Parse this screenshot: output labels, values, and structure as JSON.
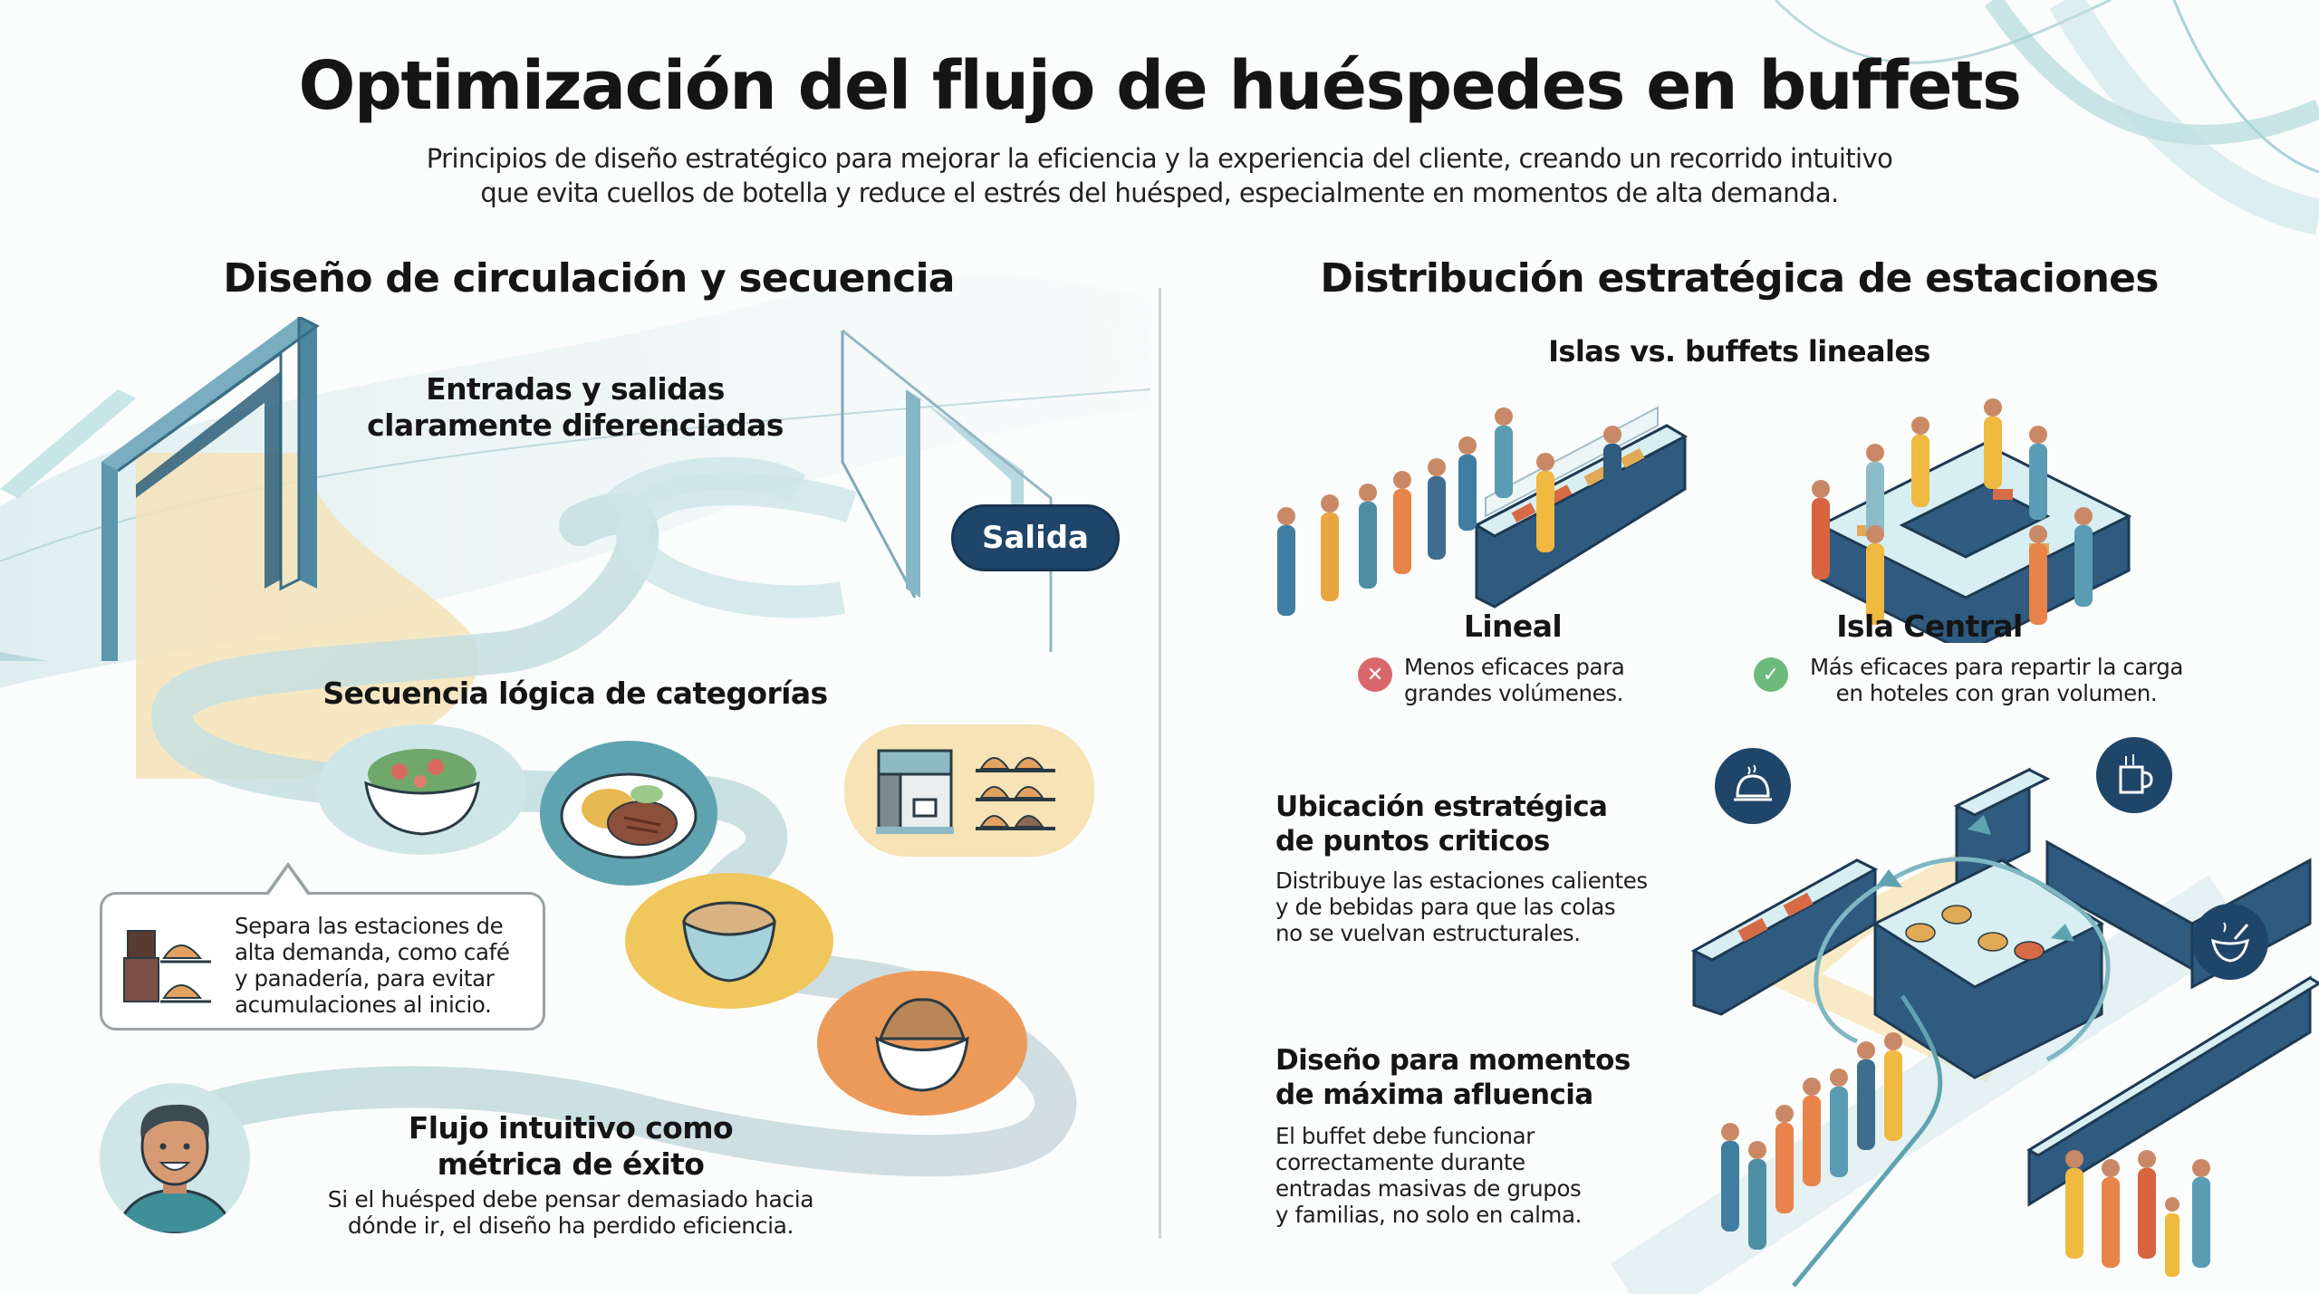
{
  "header": {
    "title": "Optimización del flujo de huéspedes en buffets",
    "subtitle_line1": "Principios de diseño estratégico para mejorar la eficiencia y la experiencia del cliente, creando un recorrido intuitivo",
    "subtitle_line2": "que evita cuellos de botella y reduce el estrés del huésped, especialmente en momentos de alta demanda."
  },
  "left_section": {
    "title": "Diseño de circulación y secuencia",
    "entrances": {
      "heading_line1": "Entradas y salidas",
      "heading_line2": "claramente diferenciadas",
      "exit_label": "Salida"
    },
    "sequence": {
      "heading": "Secuencia lógica de categorías",
      "stations": [
        {
          "icon": "salad-bowl-icon",
          "color": "#cfe6e8"
        },
        {
          "icon": "steak-plate-icon",
          "color": "#5fa3b0"
        },
        {
          "icon": "soup-bowl-icon",
          "color": "#f0c75c"
        },
        {
          "icon": "dessert-bowl-icon",
          "color": "#ec9a5a"
        }
      ],
      "separate_station": {
        "icons": [
          "coffee-machine-icon",
          "bread-shelf-icon"
        ],
        "color": "#f7e3b5"
      },
      "callout_line1": "Separa las estaciones de",
      "callout_line2": "alta demanda, como café",
      "callout_line3": "y panadería, para evitar",
      "callout_line4": "acumulaciones al inicio."
    },
    "intuitive_flow": {
      "heading_line1": "Flujo intuitivo como",
      "heading_line2": "métrica de éxito",
      "text_line1": "Si el huésped debe pensar demasiado hacia",
      "text_line2": "dónde ir, el diseño ha perdido eficiencia."
    }
  },
  "right_section": {
    "title": "Distribución estratégica de estaciones",
    "comparison": {
      "heading": "Islas vs. buffets lineales",
      "linear": {
        "label": "Lineal",
        "status": "negative",
        "status_icon": "x-icon",
        "status_color": "#d9686a",
        "text_line1": "Menos eficaces para",
        "text_line2": "grandes volúmenes."
      },
      "island": {
        "label": "Isla Central",
        "status": "positive",
        "status_icon": "check-icon",
        "status_color": "#6cbb7c",
        "text_line1": "Más eficaces para repartir la carga",
        "text_line2": "en hoteles con gran volumen."
      }
    },
    "critical_points": {
      "heading_line1": "Ubicación estratégica",
      "heading_line2": "de puntos criticos",
      "text_line1": "Distribuye las estaciones calientes",
      "text_line2": "y de bebidas para que las colas",
      "text_line3": "no se vuelvan estructurales.",
      "pins": [
        "cloche-icon",
        "hot-drink-icon",
        "hot-bowl-icon"
      ]
    },
    "peak_moments": {
      "heading_line1": "Diseño para momentos",
      "heading_line2": "de máxima afluencia",
      "text_line1": "El buffet debe funcionar",
      "text_line2": "correctamente durante",
      "text_line3": "entradas masivas de grupos",
      "text_line4": "y familias, no solo en calma."
    }
  },
  "colors": {
    "navy": "#1f4569",
    "teal": "#5fa3b0",
    "light_teal": "#cfe6e8",
    "sand": "#f7e3b5",
    "yellow": "#f0c75c",
    "orange": "#ec9a5a"
  }
}
